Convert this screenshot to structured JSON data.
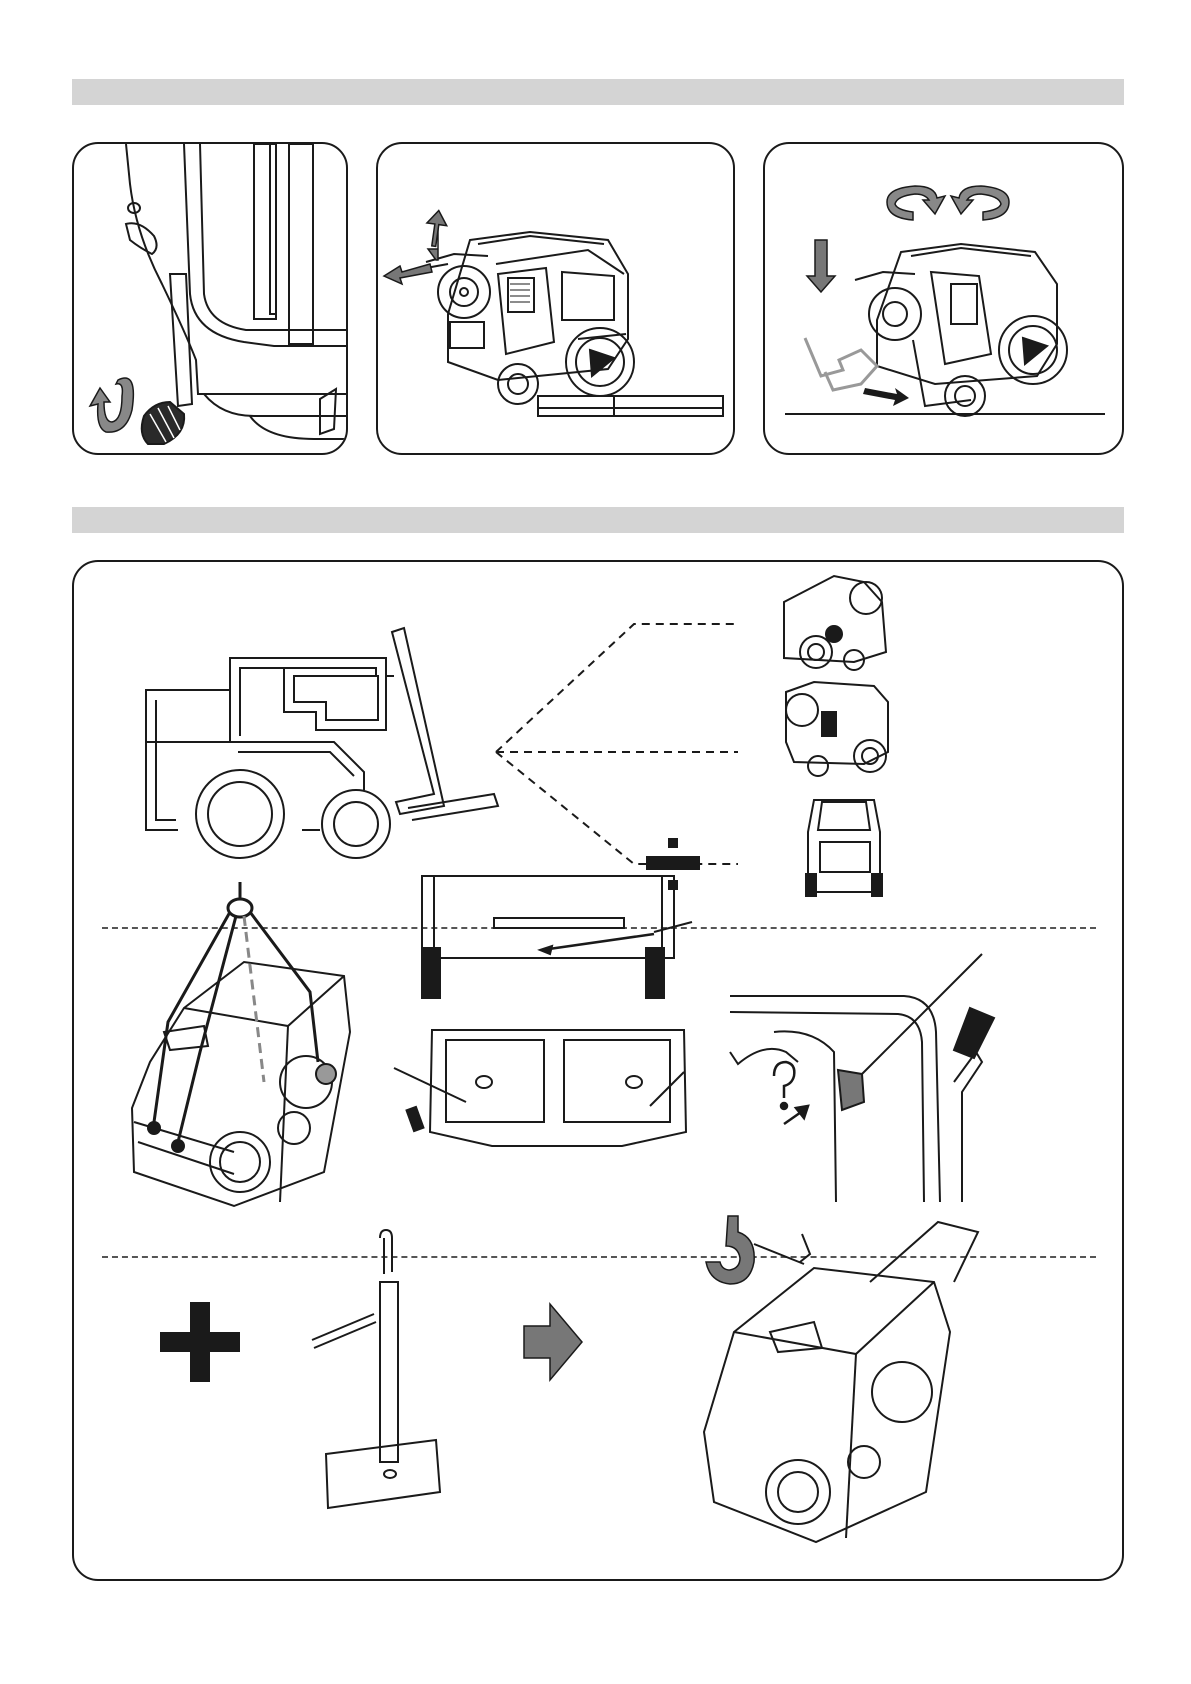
{
  "page": {
    "width": 1191,
    "height": 1684
  },
  "colors": {
    "band": "#d4d4d4",
    "arrow_grey": "#777777",
    "line": "#1a1a1a",
    "outline_grey": "#999999"
  },
  "sections": [
    {
      "name": "handling-steps",
      "panels": [
        "fold-handle",
        "lift-from-pallet",
        "lower-to-ground"
      ]
    },
    {
      "name": "transport-and-lifting",
      "rows": [
        "forklift-sides",
        "crane-lifting-points",
        "lifting-kit-assembly"
      ]
    }
  ],
  "icons": {
    "curved_arrow": "curved-arrow-icon",
    "lift_arrows": "lift-arrow-icon",
    "rotate_arrows": "rotate-arrow-icon",
    "down_arrow": "down-arrow-icon",
    "forbidden_sign": "divide-forbidden-icon",
    "plus": "plus-icon",
    "next_arrow": "right-arrow-icon",
    "crane_hook": "crane-hook-icon"
  }
}
